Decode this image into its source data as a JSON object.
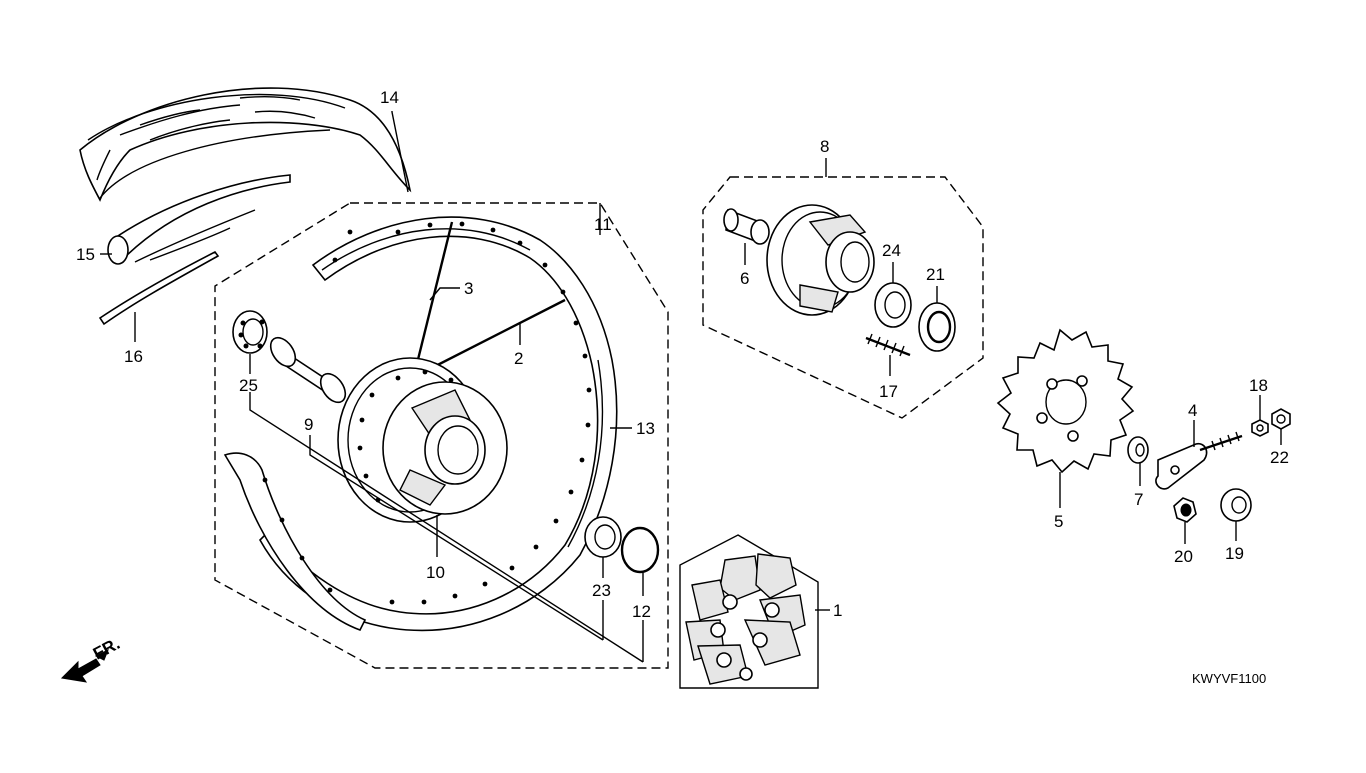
{
  "diagram_code": "KWYVF1100",
  "direction_label": "FR.",
  "callouts": {
    "c1": "1",
    "c2": "2",
    "c3": "3",
    "c4": "4",
    "c5": "5",
    "c6": "6",
    "c7": "7",
    "c8": "8",
    "c9": "9",
    "c10": "10",
    "c11": "11",
    "c12": "12",
    "c13": "13",
    "c14": "14",
    "c15": "15",
    "c16": "16",
    "c17": "17",
    "c18": "18",
    "c19": "19",
    "c20": "20",
    "c21": "21",
    "c22": "22",
    "c23": "23",
    "c24": "24",
    "c25": "25"
  },
  "colors": {
    "line": "#000000",
    "background": "#ffffff",
    "fill_light": "#e6e6e6"
  }
}
